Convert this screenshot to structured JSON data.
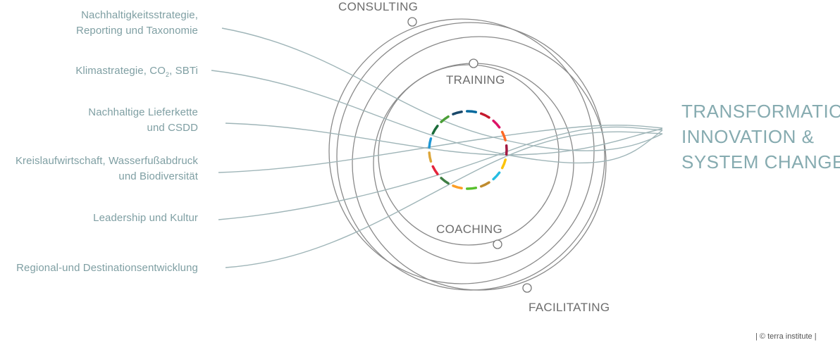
{
  "topics": [
    {
      "line1": "Nachhaltigkeitsstrategie,",
      "line2": "Reporting und Taxonomie"
    },
    {
      "line1": "Klimastrategie, CO",
      "sub": "2",
      "line1b": ", SBTi"
    },
    {
      "line1": "Nachhaltige Lieferkette",
      "line2": "und CSDD"
    },
    {
      "line1": "Kreislaufwirtschaft, Wasserfußabdruck",
      "line2": "und Biodiversität"
    },
    {
      "line1": "Leadership und Kultur"
    },
    {
      "line1": "Regional-und Destinationsentwicklung"
    }
  ],
  "rings": {
    "consulting": "CONSULTING",
    "training": "TRAINING",
    "coaching": "COACHING",
    "facilitating": "FACILITATING"
  },
  "goal": {
    "line1": "TRANSFORMATION,",
    "line2": "INNOVATION &",
    "line3": "SYSTEM CHANGE"
  },
  "copyright": "| © terra institute |",
  "colors": {
    "text_teal": "#7f9fa3",
    "line": "#9fb5b8",
    "ring": "#8a8a8a",
    "sdg": [
      "#1f97d4",
      "#1a6c3a",
      "#4c9f38",
      "#19486a",
      "#00689d",
      "#c5192d",
      "#dd1367",
      "#fd6925",
      "#a21942",
      "#fcc30b",
      "#26bde2",
      "#bf8b2e",
      "#56c02b",
      "#fd9d24",
      "#3f7e44",
      "#e5243b",
      "#dda63a"
    ]
  }
}
